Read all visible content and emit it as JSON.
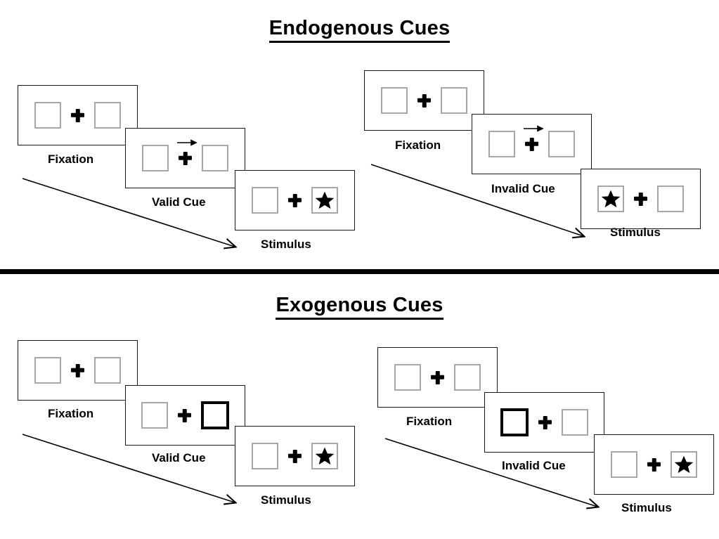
{
  "sections": [
    {
      "id": "endogenous",
      "title": "Endogenous Cues",
      "sequences": [
        {
          "id": "endogenous-valid",
          "panels": [
            {
              "label": "Fixation",
              "left_box": "empty",
              "right_box": "empty",
              "center": "fixation-cross",
              "cue": "none"
            },
            {
              "label": "Valid Cue",
              "left_box": "empty",
              "right_box": "empty",
              "center": "fixation-cross",
              "cue": "arrow-right"
            },
            {
              "label": "Stimulus",
              "left_box": "empty",
              "right_box": "star",
              "center": "fixation-cross",
              "cue": "none"
            }
          ]
        },
        {
          "id": "endogenous-invalid",
          "panels": [
            {
              "label": "Fixation",
              "left_box": "empty",
              "right_box": "empty",
              "center": "fixation-cross",
              "cue": "none"
            },
            {
              "label": "Invalid Cue",
              "left_box": "empty",
              "right_box": "empty",
              "center": "fixation-cross",
              "cue": "arrow-right"
            },
            {
              "label": "Stimulus",
              "left_box": "star",
              "right_box": "empty",
              "center": "fixation-cross",
              "cue": "none"
            }
          ]
        }
      ]
    },
    {
      "id": "exogenous",
      "title": "Exogenous Cues",
      "sequences": [
        {
          "id": "exogenous-valid",
          "panels": [
            {
              "label": "Fixation",
              "left_box": "empty",
              "right_box": "empty",
              "center": "fixation-cross",
              "cue": "none"
            },
            {
              "label": "Valid Cue",
              "left_box": "empty",
              "right_box": "highlighted",
              "center": "fixation-cross",
              "cue": "box-flash-right"
            },
            {
              "label": "Stimulus",
              "left_box": "empty",
              "right_box": "star",
              "center": "fixation-cross",
              "cue": "none"
            }
          ]
        },
        {
          "id": "exogenous-invalid",
          "panels": [
            {
              "label": "Fixation",
              "left_box": "empty",
              "right_box": "empty",
              "center": "fixation-cross",
              "cue": "none"
            },
            {
              "label": "Invalid Cue",
              "left_box": "highlighted",
              "right_box": "empty",
              "center": "fixation-cross",
              "cue": "box-flash-left"
            },
            {
              "label": "Stimulus",
              "left_box": "empty",
              "right_box": "star",
              "center": "fixation-cross",
              "cue": "none"
            }
          ]
        }
      ]
    }
  ],
  "colors": {
    "background": "#ffffff",
    "panel_border": "#1a1a1a",
    "box_border": "#a6a6a6",
    "cued_box_border": "#000000",
    "ink": "#000000",
    "divider": "#000000"
  },
  "glyphs": {
    "star": "★",
    "fixation_cross": "✚",
    "cue_arrow": "→",
    "time_arrow": "→"
  }
}
